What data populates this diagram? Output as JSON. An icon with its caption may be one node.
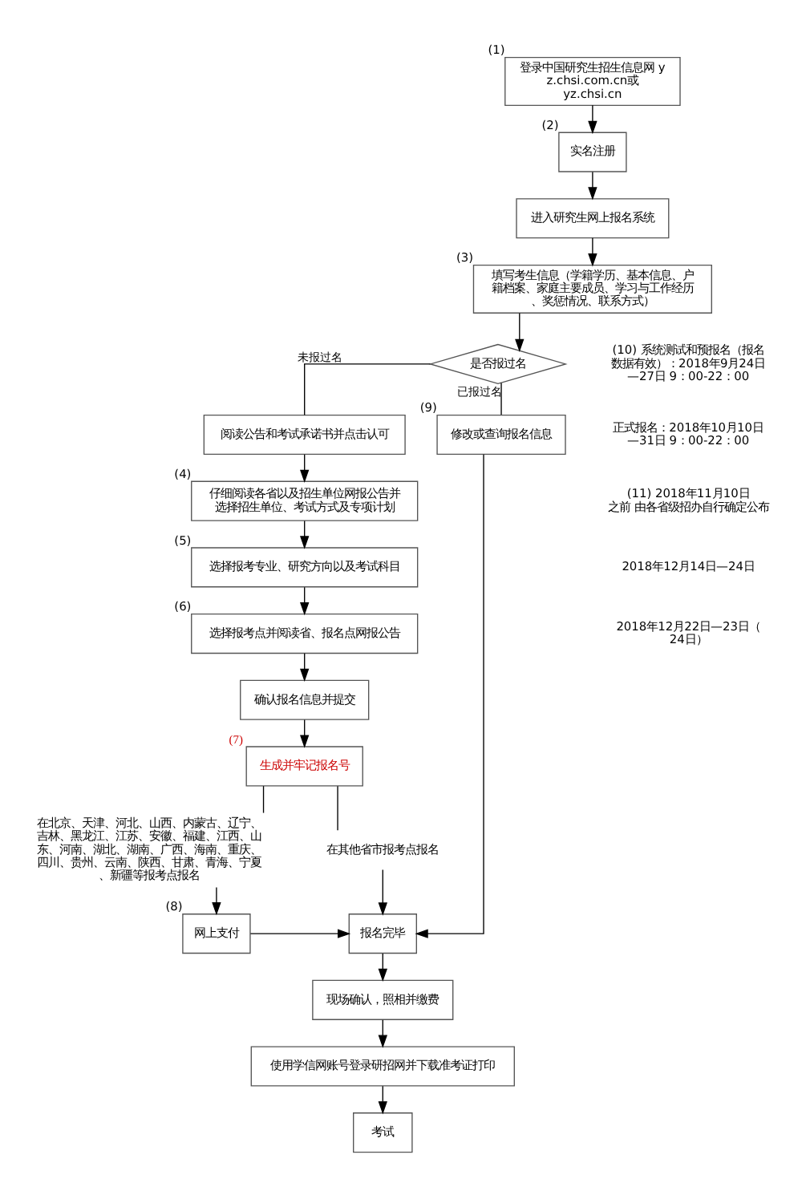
{
  "diagram": {
    "nodes": [
      {
        "text": [
          "登录中国研究生招生信息网 yz.chsi.com.cn或yz.chsi.cn"
        ],
        "beside": [
          "(1)"
        ]
      },
      {
        "text": [
          "实名注册"
        ],
        "beside": [
          "(2)"
        ]
      },
      {
        "text": [
          "进入研究生网上报名系统"
        ]
      },
      {
        "text": [
          "填写考生信息（学籍学历、基本信息、户籍档案、家庭主要成员、学习与工作经历、奖惩情况、联系方式）"
        ],
        "beside": [
          "(3)"
        ]
      },
      {
        "text": [
          "是否报过名"
        ]
      },
      {
        "text": [
          "阅读公告和考试承诺书并点击认可"
        ]
      },
      {
        "text": [
          "仔细阅读各省以及招生单位网报公告并选择招生单位、考试方式及专项计划"
        ],
        "beside": [
          "(4)"
        ]
      },
      {
        "text": [
          "修改或查询报名信息"
        ],
        "beside": [
          "(9)"
        ]
      },
      {
        "text": [
          "选择报考专业、研究方向以及考试科目"
        ],
        "beside": [
          "(5)"
        ]
      },
      {
        "text": [
          "选择报考点并阅读省、报名点网报公告"
        ],
        "beside": [
          "(6)"
        ]
      },
      {
        "text": [
          "确认报名信息并提交"
        ]
      },
      {
        "text": [
          "生成并牢记报名号"
        ],
        "beside": [
          "(7)"
        ]
      },
      {
        "text": [
          "在北京、天津、河北、山西、内蒙古、辽宁、吉林、黑龙江、江苏、安徽、福建、江西、山东、河南、湖北、湖南、广西、海南、重庆、四川、贵州、云南、陕西、甘肃、青海、宁夏、新疆等报考点报名"
        ]
      },
      {
        "text": [
          "在其他省市报考点报名"
        ]
      },
      {
        "text": [
          "网上支付"
        ],
        "beside": [
          "(8)"
        ]
      },
      {
        "text": [
          "报名完毕"
        ]
      },
      {
        "text": [
          "现场确认，照相并缴费"
        ]
      },
      {
        "text": [
          "使用学信网账号登录研招网并下载准考证打印"
        ]
      },
      {
        "text": [
          "考试"
        ]
      }
    ],
    "edges": [
      {
        "from": 0,
        "to": 1,
        "arrow": "to"
      },
      {
        "from": 1,
        "to": 2,
        "arrow": "to"
      },
      {
        "from": 2,
        "to": 3,
        "arrow": "to"
      },
      {
        "from": 3,
        "to": 4,
        "arrow": "to"
      },
      {
        "from": 4,
        "to": 5,
        "arrow": "none",
        "label": "未报过名"
      },
      {
        "from": 4,
        "to": 7,
        "arrow": "none",
        "label": "已报过名"
      },
      {
        "from": 5,
        "to": 6,
        "arrow": "to"
      },
      {
        "from": 6,
        "to": 8,
        "arrow": "to"
      },
      {
        "from": 8,
        "to": 9,
        "arrow": "to"
      },
      {
        "from": 9,
        "to": 10,
        "arrow": "to"
      },
      {
        "from": 10,
        "to": 11,
        "arrow": "to"
      },
      {
        "from": 11,
        "to": 12,
        "arrow": "none"
      },
      {
        "from": 11,
        "to": 13,
        "arrow": "none"
      },
      {
        "from": 12,
        "to": 14,
        "arrow": "to"
      },
      {
        "from": 13,
        "to": 15,
        "arrow": "to"
      },
      {
        "from": 14,
        "to": 15,
        "arrow": "to"
      },
      {
        "from": 7,
        "to": 15,
        "arrow": "to"
      },
      {
        "from": 15,
        "to": 16,
        "arrow": "to"
      },
      {
        "from": 16,
        "to": 17,
        "arrow": "to"
      },
      {
        "from": 17,
        "to": 18,
        "arrow": "to"
      }
    ],
    "labels": [
      "(10) 系统测试和预报名（报名数据有效）：2018年9月24日—27日 9：00-22：00",
      "正式报名：2018年10月10日—31日 9：00-22：00",
      "(11) 2018年11月10日之前 由各省级招办自行确定公布",
      "2018年12月14日—24日",
      "2018年12月22日—23日（24日）"
    ]
  }
}
